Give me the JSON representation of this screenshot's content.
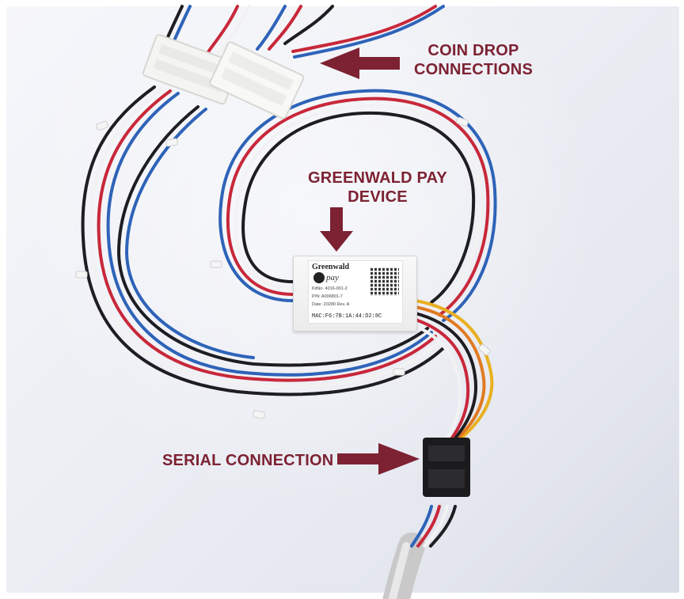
{
  "annotations": {
    "coin_drop": {
      "line1": "COIN DROP",
      "line2": "CONNECTIONS"
    },
    "device": {
      "line1": "GREENWALD PAY",
      "line2": "DEVICE"
    },
    "serial": {
      "line1": "SERIAL CONNECTION"
    }
  },
  "device_label": {
    "brand": "Greenwald",
    "sub_brand": "pay",
    "kit_no": "KitNo. 4016-001-2",
    "part_no": "P/N: A006801-7",
    "date_rev": "Date: 20280   Rev. A",
    "mac": "MAC:F6:7B:1A:44:D2:8C"
  },
  "colors": {
    "callout": "#7d2233",
    "wire_red": "#c8283a",
    "wire_blue": "#2e63b8",
    "wire_black": "#1d1d22",
    "wire_white": "#f2f2f2",
    "wire_yellow": "#e9b020",
    "wire_orange": "#e07a22"
  },
  "icons": {
    "coin_arrow": "left-arrow-icon",
    "device_arrow": "down-arrow-icon",
    "serial_arrow": "right-arrow-icon"
  }
}
